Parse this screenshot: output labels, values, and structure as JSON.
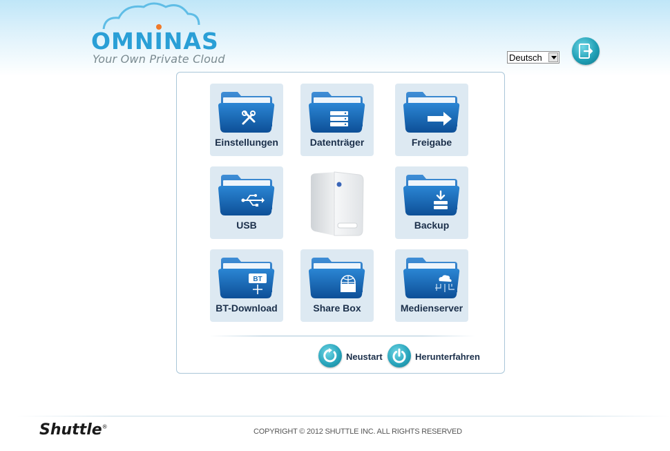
{
  "header": {
    "logo_text": "OMNINAS",
    "tagline": "Your Own Private Cloud",
    "language_selected": "Deutsch",
    "logout_icon": "logout-icon"
  },
  "tiles": [
    {
      "label": "Einstellungen",
      "icon": "tools-icon"
    },
    {
      "label": "Datenträger",
      "icon": "disks-icon"
    },
    {
      "label": "Freigabe",
      "icon": "share-arrow-icon"
    },
    {
      "label": "USB",
      "icon": "usb-icon"
    },
    {
      "label": "Backup",
      "icon": "backup-icon"
    },
    {
      "label": "BT-Download",
      "icon": "bt-icon"
    },
    {
      "label": "Share Box",
      "icon": "globe-box-icon"
    },
    {
      "label": "Medienserver",
      "icon": "media-server-icon"
    }
  ],
  "actions": {
    "restart_label": "Neustart",
    "shutdown_label": "Herunterfahren"
  },
  "footer": {
    "brand": "Shuttle",
    "copyright": "COPYRIGHT © 2012 SHUTTLE INC. ALL RIGHTS RESERVED"
  },
  "colors": {
    "accent": "#2a9fd6",
    "folder_blue": "#1b6fb8",
    "tile_bg": "#dde9f2",
    "text_dark": "#1b2f4a"
  }
}
